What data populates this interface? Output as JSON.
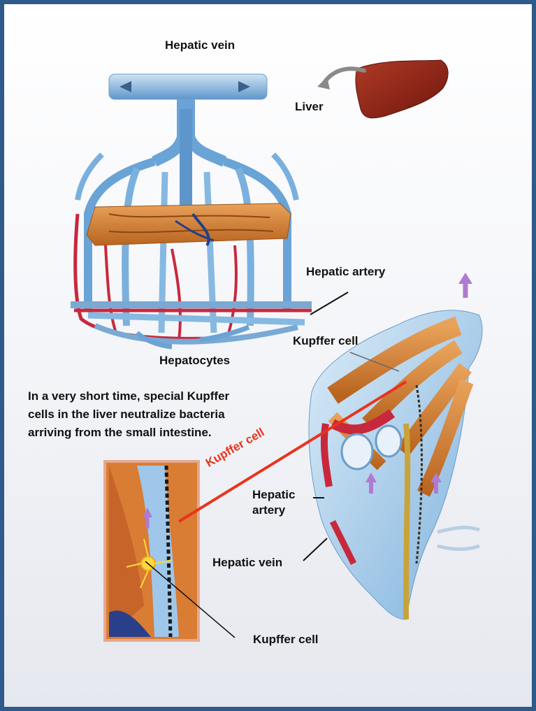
{
  "labels": {
    "hepatic_vein_top": "Hepatic vein",
    "liver": "Liver",
    "hepatic_artery_top": "Hepatic artery",
    "hepatocytes": "Hepatocytes",
    "kupffer_cell_top": "Kupffer cell",
    "kupffer_cell_rotated": "Kupffer cell",
    "hepatic_artery_lower": "Hepatic artery",
    "hepatic_vein_lower": "Hepatic vein",
    "kupffer_cell_bottom": "Kupffer cell"
  },
  "caption": "In a very short time, special Kupffer cells in the liver neutralize bacteria arriving from the small intestine.",
  "colors": {
    "frame_border": "#2e5a8c",
    "vein": "#6aa3d6",
    "artery": "#c8283c",
    "hepatocyte": "#d9822b",
    "liver": "#8a1f14",
    "highlight_line": "#e8341c"
  }
}
